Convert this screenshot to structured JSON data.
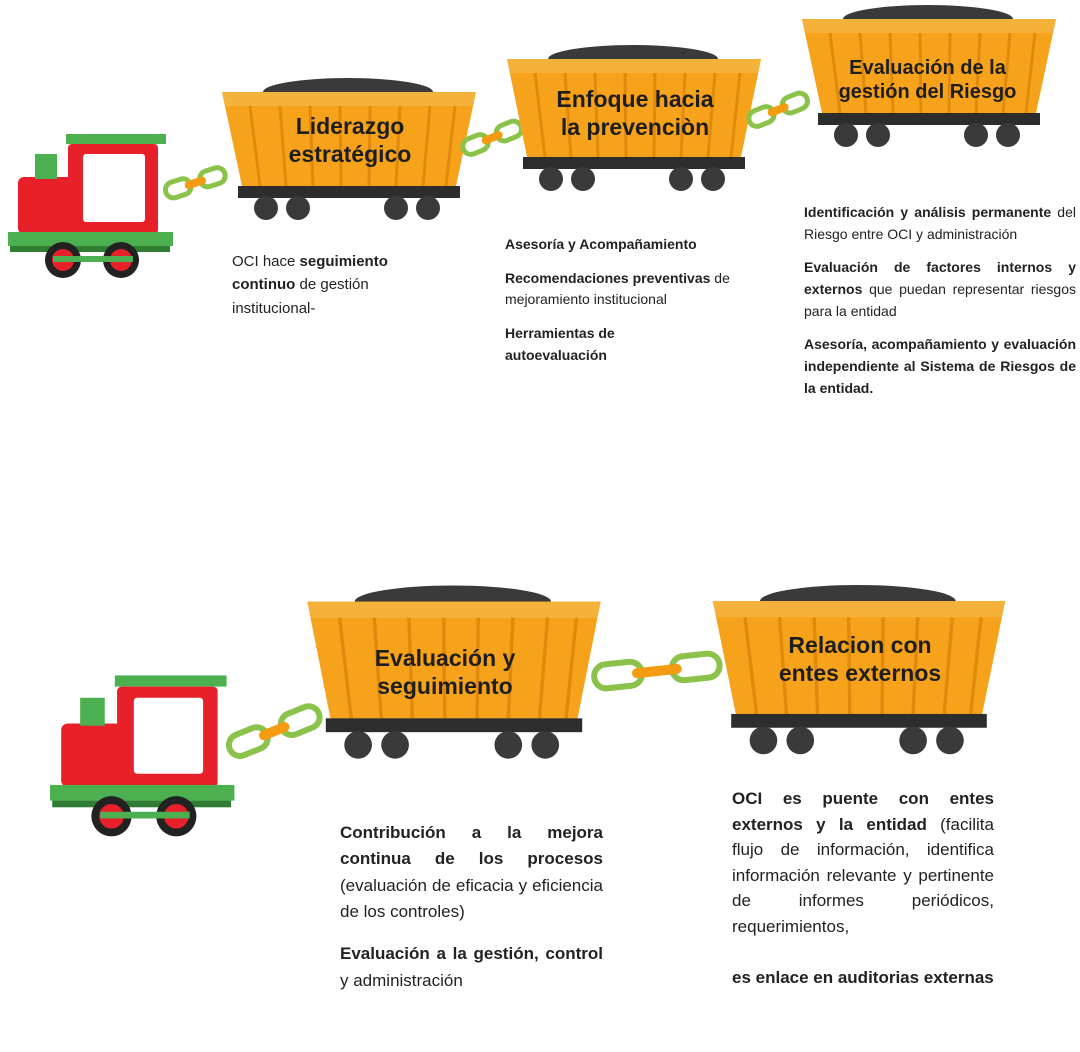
{
  "row1": {
    "wagons": [
      {
        "title_line1": "Liderazgo",
        "title_line2": "estratégico"
      },
      {
        "title_line1": "Enfoque hacia",
        "title_line2": "la prevenciòn"
      },
      {
        "title_line1": "Evaluación de la",
        "title_line2": "gestión del Riesgo"
      }
    ],
    "desc1": {
      "pre": "OCI hace ",
      "bold": "seguimiento continuo",
      "post": " de gestión institucional-"
    },
    "desc2": {
      "p1_bold": "Asesoría y Acompañamiento",
      "p2_bold": "Recomendaciones preventivas",
      "p2_text": " de mejoramiento institucional",
      "p3_bold": "Herramientas de autoevaluación"
    },
    "desc3": {
      "p1_bold": "Identificación y análisis permanente",
      "p1_text": " del Riesgo entre OCI y administración",
      "p2_bold": "Evaluación de factores internos y externos",
      "p2_text": " que puedan representar riesgos para la entidad",
      "p3_bold": "Asesoría, acompañamiento y evaluación independiente al Sistema de Riesgos de la entidad."
    }
  },
  "row2": {
    "wagons": [
      {
        "title_line1": "Evaluación y",
        "title_line2": "seguimiento"
      },
      {
        "title_line1": "Relacion con",
        "title_line2": "entes externos"
      }
    ],
    "desc1": {
      "p1_bold": "Contribución a la mejora continua de los procesos",
      "p1_text": " (evaluación de eficacia y eficiencia de los controles)",
      "p2_bold": "Evaluación a la gestión, control",
      "p2_text": " y administración"
    },
    "desc2": {
      "p1_bold": "OCI es puente con entes externos y la entidad",
      "p1_text": " (facilita flujo de información, identifica información relevante y pertinente de informes periódicos, requerimientos,",
      "p2_bold": "es enlace en auditorias externas"
    }
  },
  "colors": {
    "wagon_orange": "#f7a21b",
    "wagon_stripe": "#e08a0c",
    "locomotive_red": "#e8202a",
    "locomotive_green": "#3cb371",
    "chain_green": "#8bc34a",
    "chain_orange": "#f39c12"
  }
}
